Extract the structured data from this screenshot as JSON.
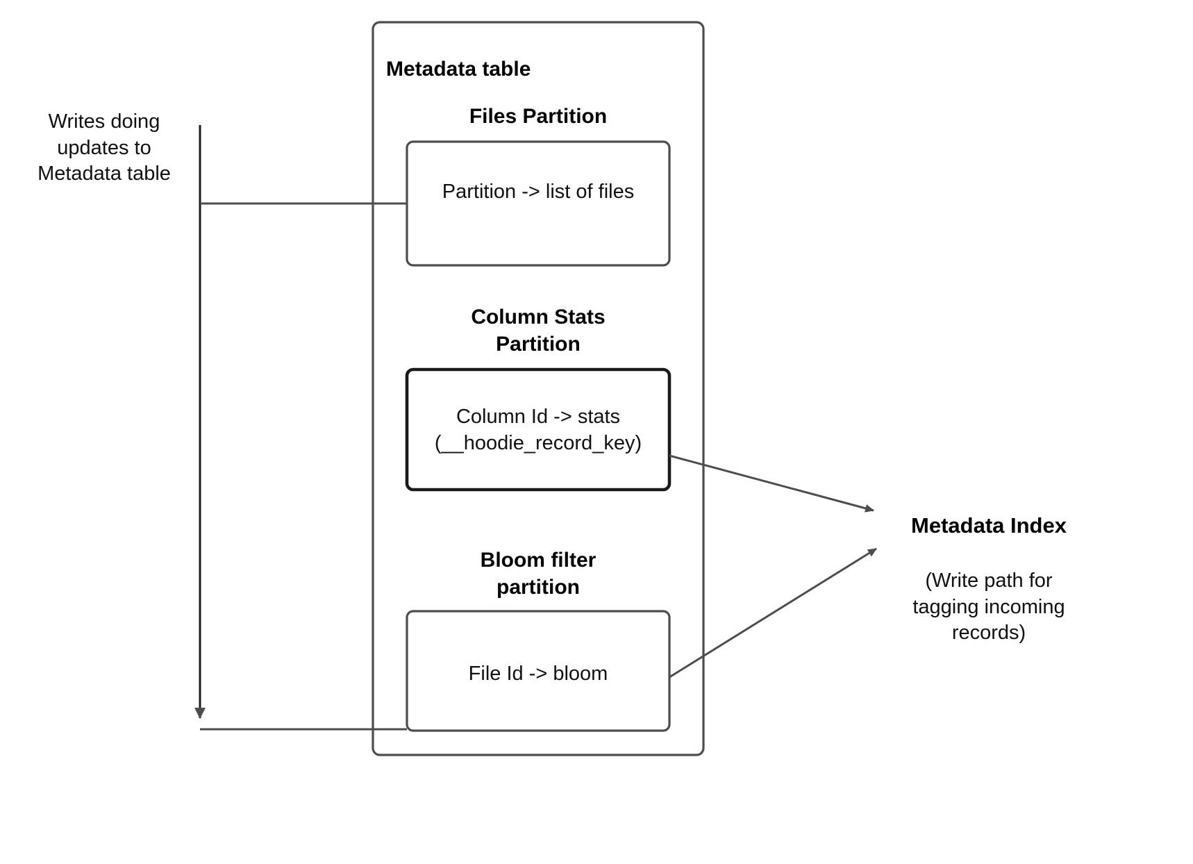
{
  "diagram": {
    "background_color": "#ffffff",
    "line_color": "#4d4d4d",
    "dark_line_color": "#1a1a1a",
    "text_color": "#111111",
    "left_note": "Writes doing\nupdates to\nMetadata table",
    "frame_title": "Metadata table",
    "partitions": [
      {
        "heading": "Files Partition",
        "box_text": "Partition -> list of files"
      },
      {
        "heading": "Column Stats\nPartition",
        "box_text": "Column Id  -> stats\n(__hoodie_record_key)"
      },
      {
        "heading": "Bloom filter\npartition",
        "box_text": "File Id -> bloom"
      }
    ],
    "index": {
      "title": "Metadata Index",
      "caption": "(Write path for\ntagging incoming\nrecords)"
    },
    "connectors": [
      {
        "name": "writes-to-files-partition",
        "kind": "line"
      },
      {
        "name": "writes-spine",
        "kind": "line-with-arrow"
      },
      {
        "name": "writes-to-bloom-partition",
        "kind": "line"
      },
      {
        "name": "column-stats-to-metadata-index",
        "kind": "arrow"
      },
      {
        "name": "bloom-to-metadata-index",
        "kind": "arrow"
      }
    ]
  }
}
